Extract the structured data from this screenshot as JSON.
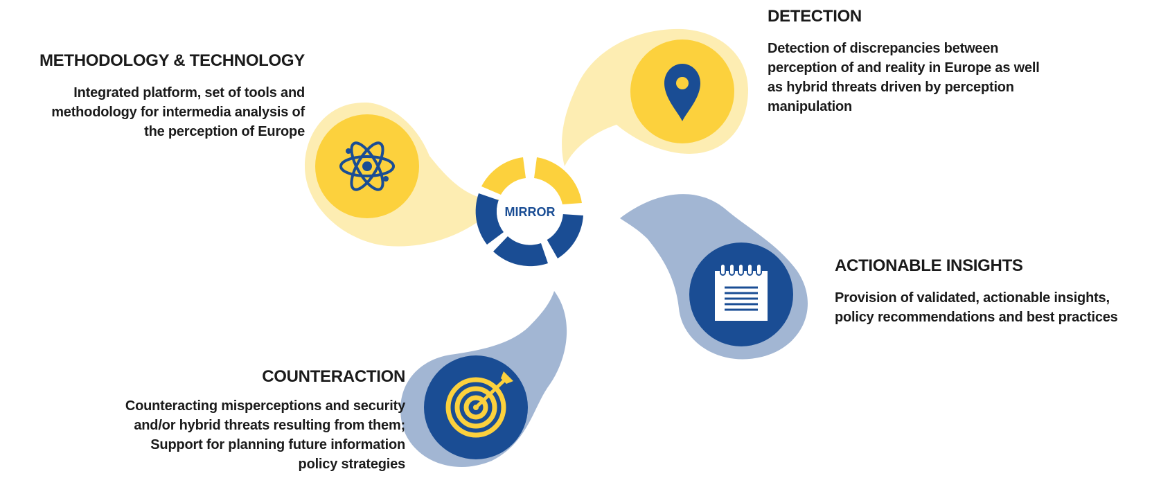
{
  "center": {
    "label": "MIRROR"
  },
  "colors": {
    "yellow": "#fcd13d",
    "yellow_light": "#fdedb2",
    "blue": "#1a4d94",
    "blue_light": "#a2b6d3"
  },
  "blocks": {
    "methodology": {
      "title": "METHODOLOGY & TECHNOLOGY",
      "lines": [
        "Integrated platform, set of tools and",
        "methodology for intermedia analysis of",
        "the perception of Europe"
      ],
      "icon": "atom-icon"
    },
    "detection": {
      "title": "DETECTION",
      "lines": [
        "Detection of discrepancies between",
        "perception of and reality in Europe as well",
        "as hybrid threats driven by perception",
        "manipulation"
      ],
      "icon": "location-pin-icon"
    },
    "insights": {
      "title": "ACTIONABLE INSIGHTS",
      "lines": [
        "Provision of validated, actionable insights,",
        "policy recommendations and best practices"
      ],
      "icon": "notepad-icon"
    },
    "counteraction": {
      "title": "COUNTERACTION",
      "lines": [
        "Counteracting misperceptions and security",
        "and/or hybrid threats resulting from them;",
        "Support for planning future information",
        "policy strategies"
      ],
      "icon": "target-arrow-icon"
    }
  }
}
